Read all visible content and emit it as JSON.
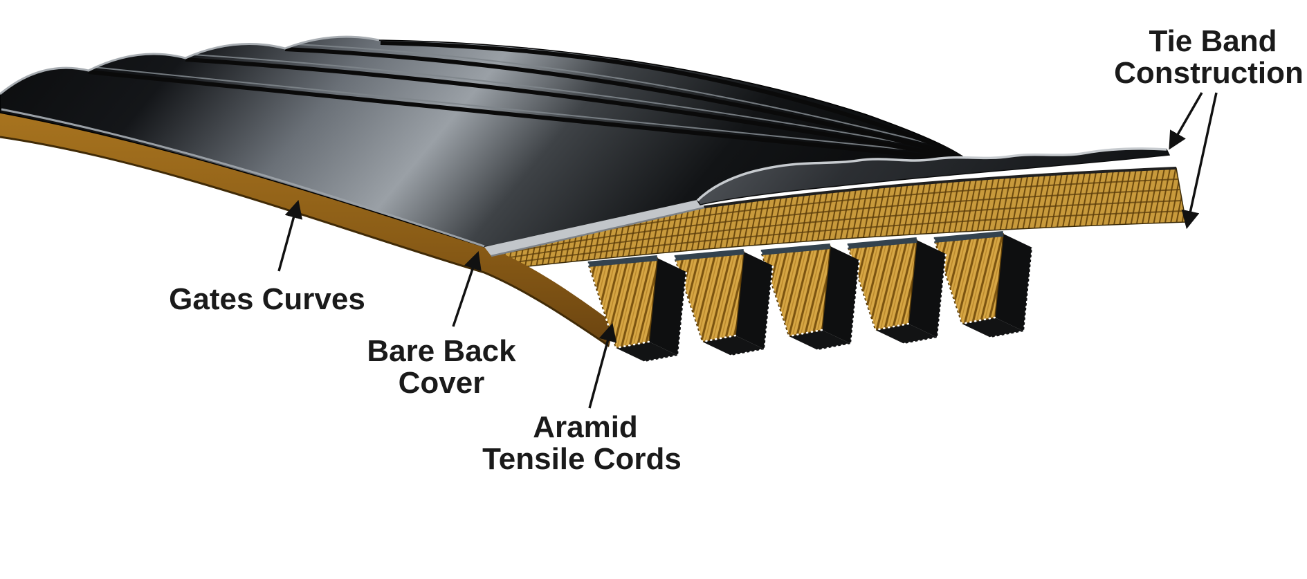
{
  "diagram": {
    "labels": {
      "tie_band_line1": "Tie Band",
      "tie_band_line2": "Construction",
      "gates_curves": "Gates Curves",
      "bare_back_line1": "Bare Back",
      "bare_back_line2": "Cover",
      "aramid_line1": "Aramid",
      "aramid_line2": "Tensile Cords"
    }
  },
  "colors": {
    "background": "#ffffff",
    "belt_black": "#0b0c0d",
    "belt_sheen": "#9aa0a6",
    "groove_dark": "#0a0a0a",
    "groove_light": "#7e858b",
    "underside_brown": "#a8741f",
    "underside_brown_dark": "#6b4410",
    "underside_edge": "#402a06",
    "cord_gold": "#d7a745",
    "cord_gold_mid": "#b9872a",
    "cord_gold_dark": "#7c5410",
    "deck_gold": "#c89a3c",
    "deck_gold_dark": "#6d4a0e",
    "deck_row": "#5a3c0c",
    "lip_gray": "#c2c6ca",
    "lip_gray_dark": "#7d8288",
    "tie_gray_light": "#c7cbcf",
    "tie_gray_dark": "#101214",
    "edge_band": "#33424e",
    "stitch_white": "#ffffff",
    "arrow_color": "#111111",
    "label_color": "#1a1a1a"
  }
}
